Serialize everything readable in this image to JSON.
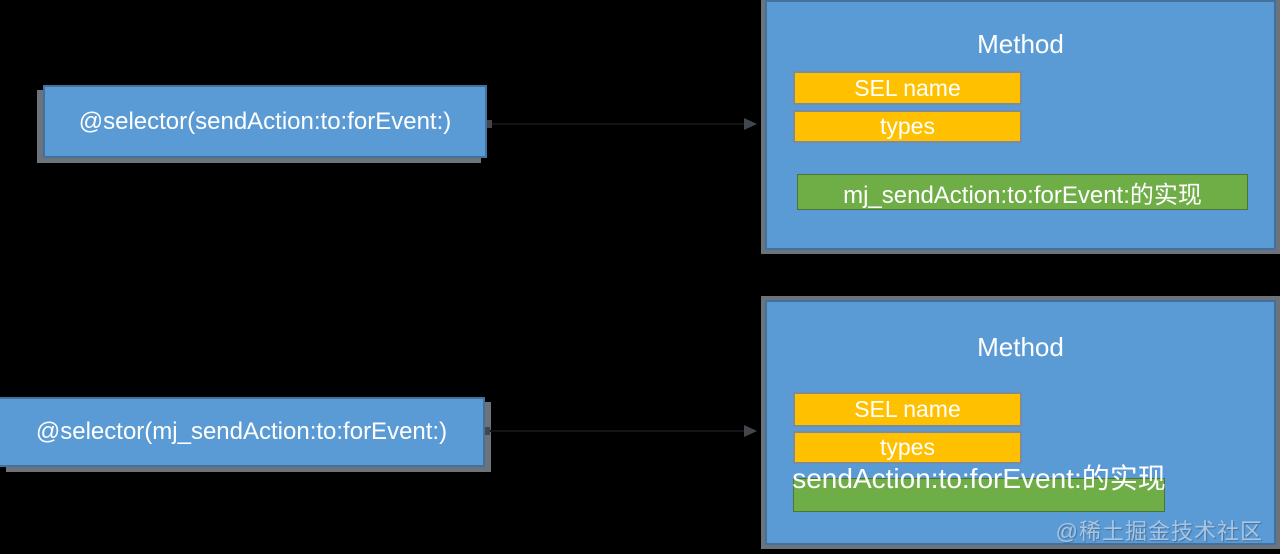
{
  "diagram": {
    "selector_boxes": [
      {
        "label": "@selector(sendAction:to:forEvent:)"
      },
      {
        "label": "@selector(mj_sendAction:to:forEvent:)"
      }
    ],
    "method_cards": [
      {
        "title": "Method",
        "sel_field": "SEL name",
        "types_field": "types",
        "impl": "mj_sendAction:to:forEvent:的实现"
      },
      {
        "title": "Method",
        "sel_field": "SEL name",
        "types_field": "types",
        "impl": "sendAction:to:forEvent:的实现"
      }
    ],
    "watermark": "@稀土掘金技术社区"
  },
  "colors": {
    "background": "#000000",
    "box_fill": "#5B9BD5",
    "box_border": "#41719C",
    "field_fill": "#FFC000",
    "field_border": "#7B8CA0",
    "impl_fill": "#6FAD47",
    "impl_border": "#4C7433",
    "outline_gray": "#6D737A",
    "arrow": "#42474D",
    "text": "#FFFFFF",
    "watermark": "#D8E0EB"
  }
}
